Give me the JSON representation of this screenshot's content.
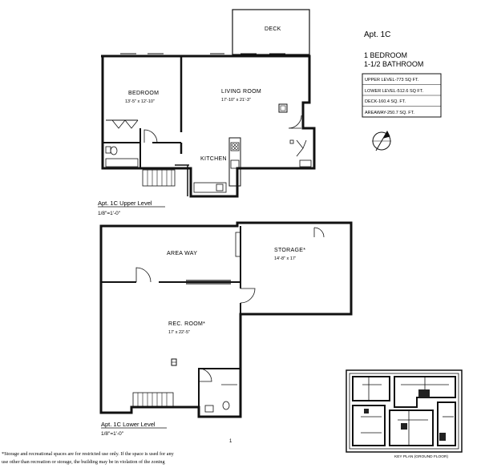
{
  "title": {
    "apt": "Apt. 1C",
    "bedrooms": "1 BEDROOM",
    "bathrooms": "1-1/2 BATHROOM"
  },
  "areas": [
    "UPPER LEVEL-773 SQ FT.",
    "LOWER LEVEL-512.6 SQ FT.",
    "DECK-160.4 SQ. FT.",
    "AREAWAY-250.7 SQ. FT."
  ],
  "upper": {
    "deck": "DECK",
    "bedroom": "BEDROOM",
    "bedroom_dim": "13'-5\" x 12'-10\"",
    "living": "LIVING ROOM",
    "living_dim": "17'-10\" x 21'-3\"",
    "kitchen": "KITCHEN",
    "caption": "Apt. 1C Upper Level",
    "scale": "1/8\"=1'-0\""
  },
  "lower": {
    "areaway": "AREA WAY",
    "storage": "STORAGE*",
    "storage_dim": "14'-8\" x 17'",
    "rec": "REC. ROOM*",
    "rec_dim": "17' x 22'-5\"",
    "caption": "Apt. 1C Lower Level",
    "scale": "1/8\"=1'-0\""
  },
  "keyplan": "KEY PLAN (GROUND FLOOR)",
  "footnote": [
    "*Storage and recreational spaces are for restricted use only. If the space is used for any",
    "use other than recreation or storage, the building may be in violation of the zoning"
  ],
  "page_mark": "1"
}
